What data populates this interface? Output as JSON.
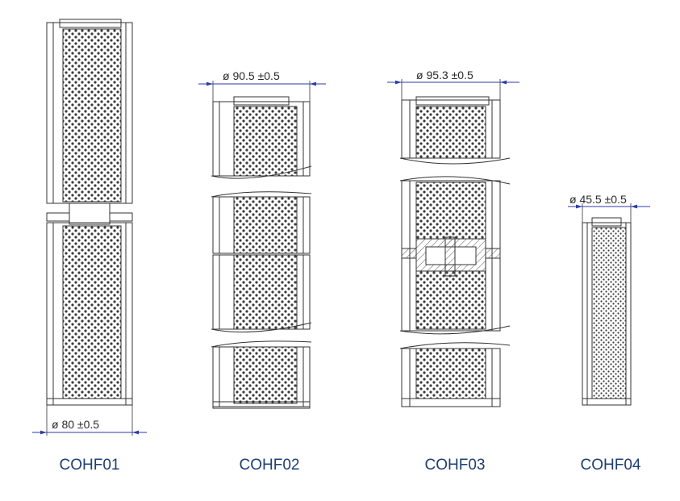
{
  "filters": [
    {
      "model": "COHF01",
      "dimension": "ø  80 ±0.5"
    },
    {
      "model": "COHF02",
      "dimension": "ø 90.5  ±0.5"
    },
    {
      "model": "COHF03",
      "dimension": "ø 95.3 ±0.5"
    },
    {
      "model": "COHF04",
      "dimension": "ø 45.5 ±0.5"
    }
  ],
  "colors": {
    "label": "#1c3f73",
    "dimension_line": "#2b3aa8",
    "outline": "#333333",
    "hatch": "#555555"
  }
}
